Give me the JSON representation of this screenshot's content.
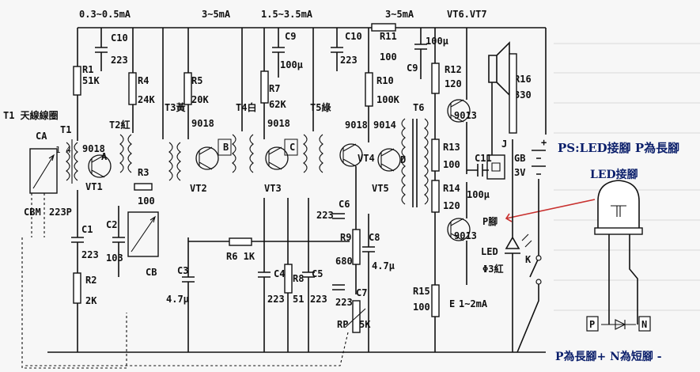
{
  "current_labels": [
    "0.3~0.5mA",
    "3~5mA",
    "1.5~3.5mA",
    "3~5mA",
    "VT6.VT7"
  ],
  "antenna_label": "T1 天線線圈",
  "capacitors": {
    "CA": "CA",
    "CBM": "CBM",
    "CB": "CB",
    "C10a": "C10",
    "C10a_val": "223",
    "C9": "C9",
    "C9_val": "100μ",
    "C10b": "C10",
    "C10b_val": "223",
    "C9b": "C9",
    "C9b_val": "100μ",
    "C1": "C1",
    "C1_val": "223",
    "C2": "C2",
    "C2_val": "103",
    "C3": "C3",
    "C3_val": "4.7μ",
    "C4": "C4",
    "C4_val": "223",
    "C5": "C5",
    "C5_val": "223",
    "C6": "C6",
    "C6_val": "223",
    "C7": "C7",
    "C7_val": "223",
    "C8": "C8",
    "C8_val": "4.7μ",
    "C11": "C11",
    "C11_val": "100μ",
    "ca_val": "223P"
  },
  "resistors": {
    "R1": "R1",
    "R1_val": "51K",
    "R2": "R2",
    "R2_val": "2K",
    "R3": "R3",
    "R3_val": "100",
    "R4": "R4",
    "R4_val": "24K",
    "R5": "R5",
    "R5_val": "20K",
    "R6": "R6 1K",
    "R7": "R7",
    "R7_val": "62K",
    "R8": "R8",
    "R8_val": "51",
    "R9": "R9",
    "R9_val": "680",
    "R10": "R10",
    "R10_val": "100K",
    "R11": "R11",
    "R11_val": "100",
    "R12": "R12",
    "R12_val": "120",
    "R13": "R13",
    "R13_val": "100",
    "R14": "R14",
    "R14_val": "120",
    "R15": "R15",
    "R15_val": "100",
    "R16": "R16",
    "R16_val": "330",
    "RP": "RP",
    "RP_val": "5K"
  },
  "transistors": {
    "VT1": "VT1",
    "VT1_type": "9018",
    "VT2": "VT2",
    "VT2_type": "9018",
    "VT3": "VT3",
    "VT3_type": "9018",
    "VT4": "VT4",
    "VT4_type": "9018",
    "VT5": "VT5",
    "VT5_type": "9014",
    "VT6_type": "9013",
    "VT7_type": "9013"
  },
  "transformers": {
    "T1": "T1",
    "T2": "T2紅",
    "T3": "T3黃",
    "T4": "T4白",
    "T5": "T5綠",
    "T6": "T6"
  },
  "test_points": {
    "A": "A",
    "B": "B",
    "C": "C",
    "D": "D",
    "E": "E",
    "E_current": "1~2mA"
  },
  "other": {
    "J": "J",
    "GB": "GB",
    "GB_val": "3V",
    "K": "K",
    "LED": "LED",
    "LED_val": "Φ3紅",
    "P_foot": "P腳",
    "plus": "+",
    "minus": "-",
    "pin14": "1 4"
  },
  "notes": {
    "ps_line": "PS:LED接腳 P為長腳",
    "led_title": "LED接腳",
    "pin_p": "P",
    "pin_n": "N",
    "bottom": "P為長腳+ N為短腳 -"
  },
  "colors": {
    "ink": "#111111",
    "note_text": "#0b1f6b",
    "arrow": "#c8302e",
    "paper": "#f7f7f7"
  }
}
